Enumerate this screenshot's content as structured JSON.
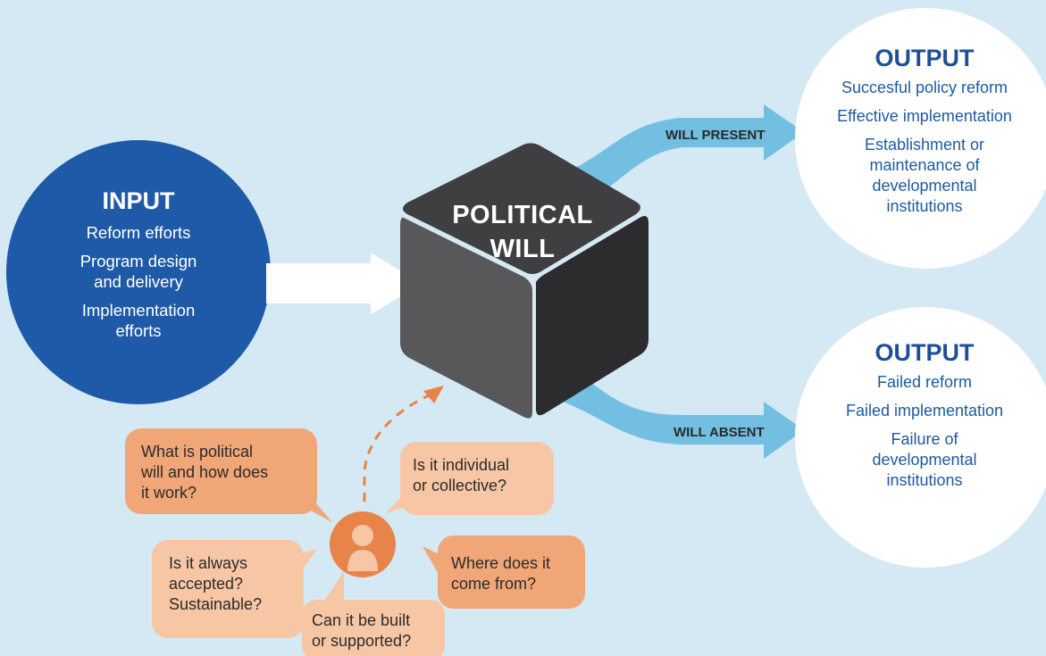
{
  "colors": {
    "background": "#d4e9f4",
    "input_circle": "#1e5aa8",
    "output_circle": "#ffffff",
    "output_text": "#1d5aa0",
    "arrow_blue": "#72bfe2",
    "cube_dark": "#3a3a3c",
    "bubble_dark": "#f0a677",
    "bubble_light": "#f7c6a5",
    "person": "#e8834a"
  },
  "input": {
    "heading": "INPUT",
    "lines": [
      "Reform efforts",
      "Program design",
      "and delivery",
      "Implementation",
      "efforts"
    ]
  },
  "cube": {
    "label_line1": "POLITICAL",
    "label_line2": "WILL"
  },
  "arrows": {
    "present_label": "WILL PRESENT",
    "absent_label": "WILL ABSENT"
  },
  "output_present": {
    "heading": "OUTPUT",
    "lines": [
      "Succesful policy reform",
      "Effective implementation",
      "Establishment or",
      "maintenance of",
      "developmental",
      "institutions"
    ]
  },
  "output_absent": {
    "heading": "OUTPUT",
    "lines": [
      "Failed reform",
      "Failed implementation",
      "Failure of",
      "developmental",
      "institutions"
    ]
  },
  "questions": {
    "q1": [
      "What is political",
      "will and how does",
      "it work?"
    ],
    "q2": [
      "Is it individual",
      "or collective?"
    ],
    "q3": [
      "Is it always",
      "accepted?",
      "Sustainable?"
    ],
    "q4": [
      "Where does it",
      "come from?"
    ],
    "q5": [
      "Can it be built",
      "or supported?"
    ]
  },
  "icons": {
    "person": "person-icon"
  }
}
